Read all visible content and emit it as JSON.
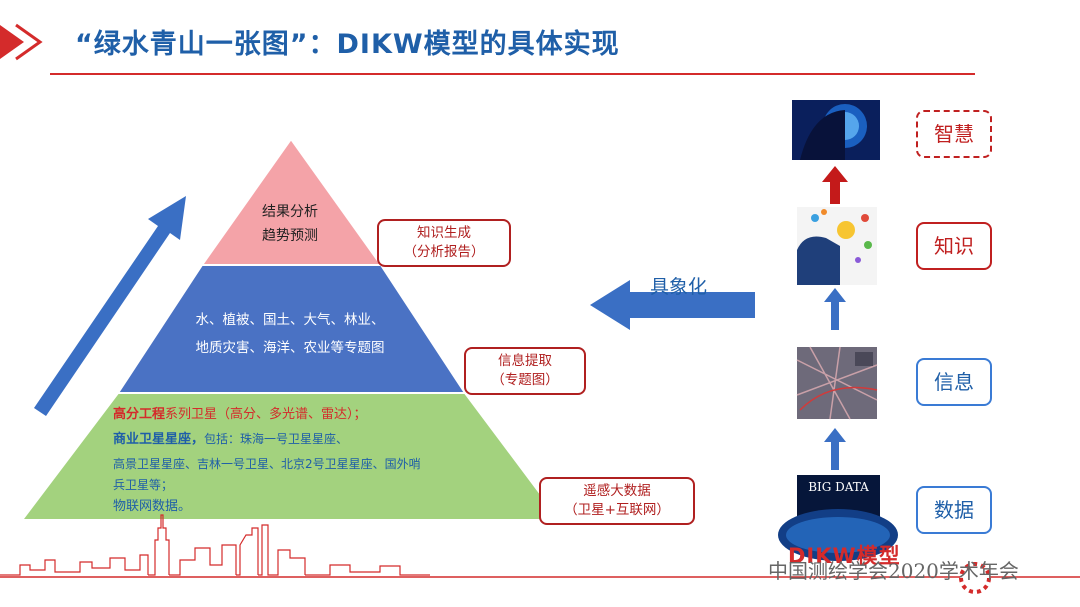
{
  "header": {
    "title": "“绿水青山一张图”：DIKW模型的具体实现"
  },
  "pyramid": {
    "top": {
      "line1": "结果分析",
      "line2": "趋势预测",
      "color": "#f4a3a8"
    },
    "middle": {
      "line1": "水、植被、国土、大气、林业、",
      "line2": "地质灾害、海洋、农业等专题图",
      "color": "#4a72c4"
    },
    "base": {
      "color": "#a3d27e",
      "line1_bold": "高分工程",
      "line1_rest": "系列卫星（高分、多光谱、雷达）；",
      "line2_bold": "商业卫星星座，",
      "line2_rest": "包括：珠海一号卫星星座、",
      "line3": "高景卫星星座、吉林一号卫星、北京2号卫星星座、国外哨",
      "line4": "兵卫星等；",
      "line5": "物联网数据。"
    }
  },
  "callouts": {
    "knowledge": {
      "line1": "知识生成",
      "line2": "（分析报告）"
    },
    "info": {
      "line1": "信息提取",
      "line2": "（专题图）"
    },
    "remote_sensing": {
      "line1": "遥感大数据",
      "line2": "（卫星+互联网）"
    }
  },
  "concretize_label": "具象化",
  "dikw": {
    "levels": [
      "智慧",
      "知识",
      "信息",
      "数据"
    ],
    "label": "DIKW模型",
    "bigdata_text": "BIG DATA"
  },
  "footer": {
    "text": "中国测绘学会2020学术年会"
  },
  "colors": {
    "accent_red": "#d42b2b",
    "accent_blue": "#1f5fa8",
    "arrow_blue": "#3a6fc4"
  }
}
